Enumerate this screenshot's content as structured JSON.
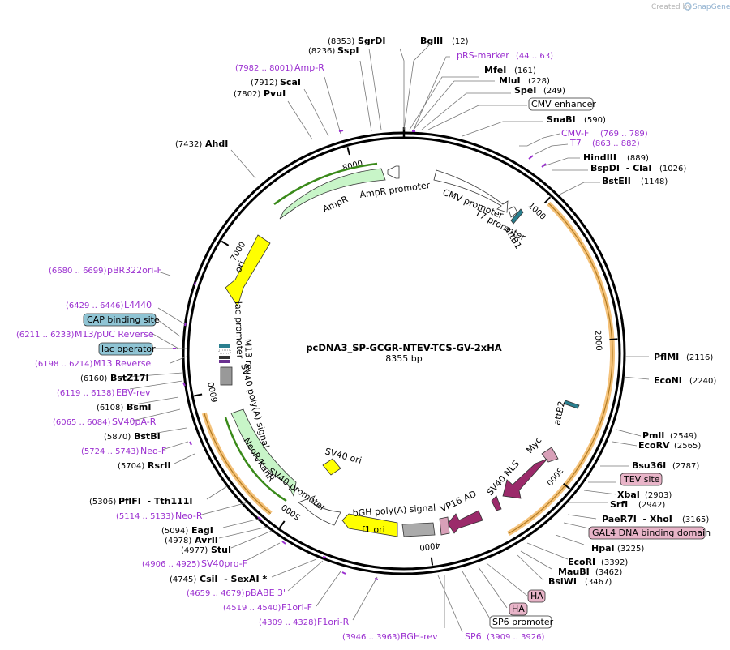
{
  "app": {
    "credit": "Created by",
    "brand": "SnapGene"
  },
  "plasmid": {
    "name": "pcDNA3_SP-GCGR-NTEV-TCS-GV-2xHA",
    "length_label": "8355 bp",
    "length": 8355
  },
  "colors": {
    "primer": "#9b30d0",
    "amp": "#c8f5c8",
    "ori": "#ffff00",
    "nls": "#9b2a6a",
    "orf_glow": "#f5c27a",
    "attb": "#2a7f8f"
  },
  "ticks": [
    {
      "label": "1000",
      "pos": 1000
    },
    {
      "label": "2000",
      "pos": 2000
    },
    {
      "label": "3000",
      "pos": 3000
    },
    {
      "label": "4000",
      "pos": 4000
    },
    {
      "label": "5000",
      "pos": 5000
    },
    {
      "label": "6000",
      "pos": 6000
    },
    {
      "label": "7000",
      "pos": 7000
    },
    {
      "label": "8000",
      "pos": 8000
    }
  ],
  "enzymes_right": [
    {
      "name": "BglII",
      "pos": "(12)"
    },
    {
      "name": "MfeI",
      "pos": "(161)"
    },
    {
      "name": "MluI",
      "pos": "(228)"
    },
    {
      "name": "SpeI",
      "pos": "(249)"
    },
    {
      "name": "SnaBI",
      "pos": "(590)"
    },
    {
      "name": "HindIII",
      "pos": "(889)"
    },
    {
      "name": "BspDI  - ClaI",
      "pos": "(1026)"
    },
    {
      "name": "BstEII",
      "pos": "(1148)"
    },
    {
      "name": "PflMI",
      "pos": "(2116)"
    },
    {
      "name": "EcoNI",
      "pos": "(2240)"
    },
    {
      "name": "PmlI",
      "pos": "(2549)"
    },
    {
      "name": "EcoRV",
      "pos": "(2565)"
    },
    {
      "name": "Bsu36I",
      "pos": "(2787)"
    },
    {
      "name": "XbaI",
      "pos": "(2903)"
    },
    {
      "name": "SrfI",
      "pos": "(2942)"
    },
    {
      "name": "PaeR7I  - XhoI",
      "pos": "(3165)"
    },
    {
      "name": "HpaI",
      "pos": "(3225)"
    },
    {
      "name": "EcoRI",
      "pos": "(3392)"
    },
    {
      "name": "MauBI",
      "pos": "(3462)"
    },
    {
      "name": "BsiWI",
      "pos": "(3467)"
    }
  ],
  "enzymes_left": [
    {
      "name": "SgrDI",
      "pos": "(8353)"
    },
    {
      "name": "SspI",
      "pos": "(8236)"
    },
    {
      "name": "ScaI",
      "pos": "(7912)"
    },
    {
      "name": "PvuI",
      "pos": "(7802)"
    },
    {
      "name": "AhdI",
      "pos": "(7432)"
    },
    {
      "name": "BstZ17I",
      "pos": "(6160)"
    },
    {
      "name": "BsmI",
      "pos": "(6108)"
    },
    {
      "name": "BstBI",
      "pos": "(5870)"
    },
    {
      "name": "RsrII",
      "pos": "(5704)"
    },
    {
      "name": "PflFI  - Tth111I",
      "pos": "(5306)"
    },
    {
      "name": "EagI",
      "pos": "(5094)"
    },
    {
      "name": "AvrII",
      "pos": "(4978)"
    },
    {
      "name": "StuI",
      "pos": "(4977)"
    },
    {
      "name": "CsiI  - SexAI *",
      "pos": "(4745)"
    }
  ],
  "primers": [
    {
      "name": "pRS-marker",
      "pos": "(44 .. 63)"
    },
    {
      "name": "CMV-F",
      "pos": "(769 .. 789)"
    },
    {
      "name": "T7",
      "pos": "(863 .. 882)"
    },
    {
      "name": "Amp-R",
      "pos": "(7982 .. 8001)"
    },
    {
      "name": "pBR322ori-F",
      "pos": "(6680 .. 6699)"
    },
    {
      "name": "L4440",
      "pos": "(6429 .. 6446)"
    },
    {
      "name": "M13/pUC Reverse",
      "pos": "(6211 .. 6233)"
    },
    {
      "name": "M13 Reverse",
      "pos": "(6198 .. 6214)"
    },
    {
      "name": "EBV-rev",
      "pos": "(6119 .. 6138)"
    },
    {
      "name": "SV40pA-R",
      "pos": "(6065 .. 6084)"
    },
    {
      "name": "Neo-F",
      "pos": "(5724 .. 5743)"
    },
    {
      "name": "Neo-R",
      "pos": "(5114 .. 5133)"
    },
    {
      "name": "SV40pro-F",
      "pos": "(4906 .. 4925)"
    },
    {
      "name": "pBABE 3'",
      "pos": "(4659 .. 4679)"
    },
    {
      "name": "F1ori-F",
      "pos": "(4519 .. 4540)"
    },
    {
      "name": "F1ori-R",
      "pos": "(4309 .. 4328)"
    },
    {
      "name": "BGH-rev",
      "pos": "(3946 .. 3963)"
    },
    {
      "name": "SP6",
      "pos": "(3909 .. 3926)"
    }
  ],
  "boxed_features": [
    {
      "name": "CMV enhancer"
    },
    {
      "name": "TEV site"
    },
    {
      "name": "GAL4 DNA binding domain"
    },
    {
      "name": "HA"
    },
    {
      "name": "HA"
    },
    {
      "name": "SP6 promoter"
    },
    {
      "name": "CAP binding site"
    },
    {
      "name": "lac operator"
    }
  ],
  "features": [
    {
      "name": "AmpR promoter"
    },
    {
      "name": "AmpR"
    },
    {
      "name": "ori"
    },
    {
      "name": "CMV promoter"
    },
    {
      "name": "T7 promoter"
    },
    {
      "name": "attB1"
    },
    {
      "name": "attB2"
    },
    {
      "name": "Myc"
    },
    {
      "name": "SV40 NLS"
    },
    {
      "name": "VP16 AD"
    },
    {
      "name": "bGH poly(A) signal"
    },
    {
      "name": "f1 ori"
    },
    {
      "name": "SV40 ori"
    },
    {
      "name": "SV40 promoter"
    },
    {
      "name": "NeoR/KanR"
    },
    {
      "name": "SV40 poly(A) signal"
    },
    {
      "name": "lac promoter"
    },
    {
      "name": "M13 rev"
    }
  ]
}
